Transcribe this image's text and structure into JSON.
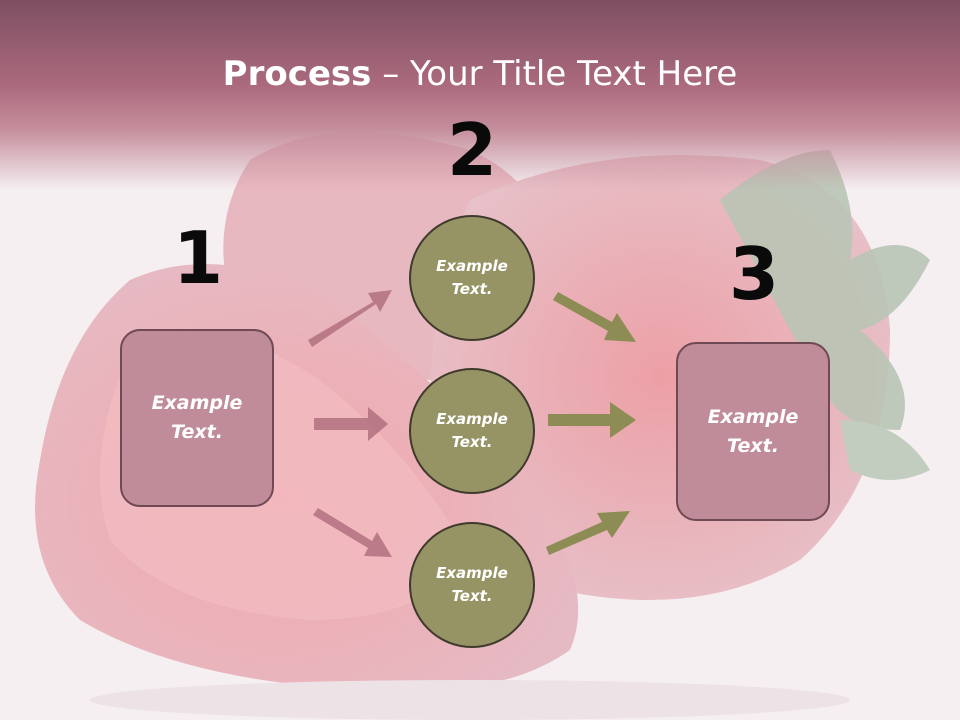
{
  "title": {
    "bold": "Process",
    "separator": " – ",
    "rest": "Your Title Text Here"
  },
  "steps": [
    {
      "number": "1",
      "text": "Example Text."
    },
    {
      "number": "2",
      "items": [
        "Example Text.",
        "Example Text.",
        "Example Text."
      ]
    },
    {
      "number": "3",
      "text": "Example Text."
    }
  ],
  "colors": {
    "title_band": "#ab6a7d",
    "box_fill": "#c08c9a",
    "box_border": "#6f4a54",
    "circle_fill": "#969465",
    "circle_border": "#3f3a2c",
    "arrow_pink": "#b2707f",
    "arrow_olive": "#8d8c55"
  }
}
